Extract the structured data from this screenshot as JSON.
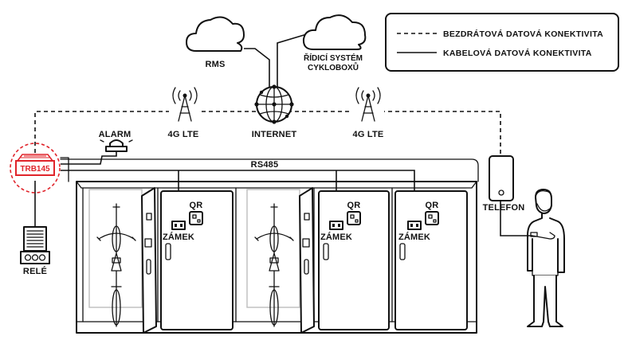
{
  "legend": {
    "wireless_label": "BEZDRÁTOVÁ DATOVÁ KONEKTIVITA",
    "wired_label": "KABELOVÁ DATOVÁ KONEKTIVITA"
  },
  "nodes": {
    "rms": "RMS",
    "control_system_line1": "ŘÍDICÍ SYSTÉM",
    "control_system_line2": "CYKLOBOXŮ",
    "internet": "INTERNET",
    "lte_left": "4G LTE",
    "lte_right": "4G LTE",
    "alarm": "ALARM",
    "router": "TRB145",
    "rs485": "RS485",
    "relay": "RELÉ",
    "phone": "TELEFON",
    "qr_1": "QR",
    "qr_2": "QR",
    "qr_3": "QR",
    "lock_1": "ZÁMEK",
    "lock_2": "ZÁMEK",
    "lock_3": "ZÁMEK"
  },
  "colors": {
    "ink": "#111111",
    "accent_red": "#e0242b",
    "highlight_circle": "#e0242b",
    "cabinet_inner": "#bdbdbd"
  },
  "icons": [
    "cloud-icon",
    "globe-icon",
    "antenna-icon",
    "alarm-light-icon",
    "router-icon",
    "relay-icon",
    "phone-icon",
    "qr-code-icon",
    "lock-icon",
    "bicycle-icon",
    "person-icon"
  ]
}
